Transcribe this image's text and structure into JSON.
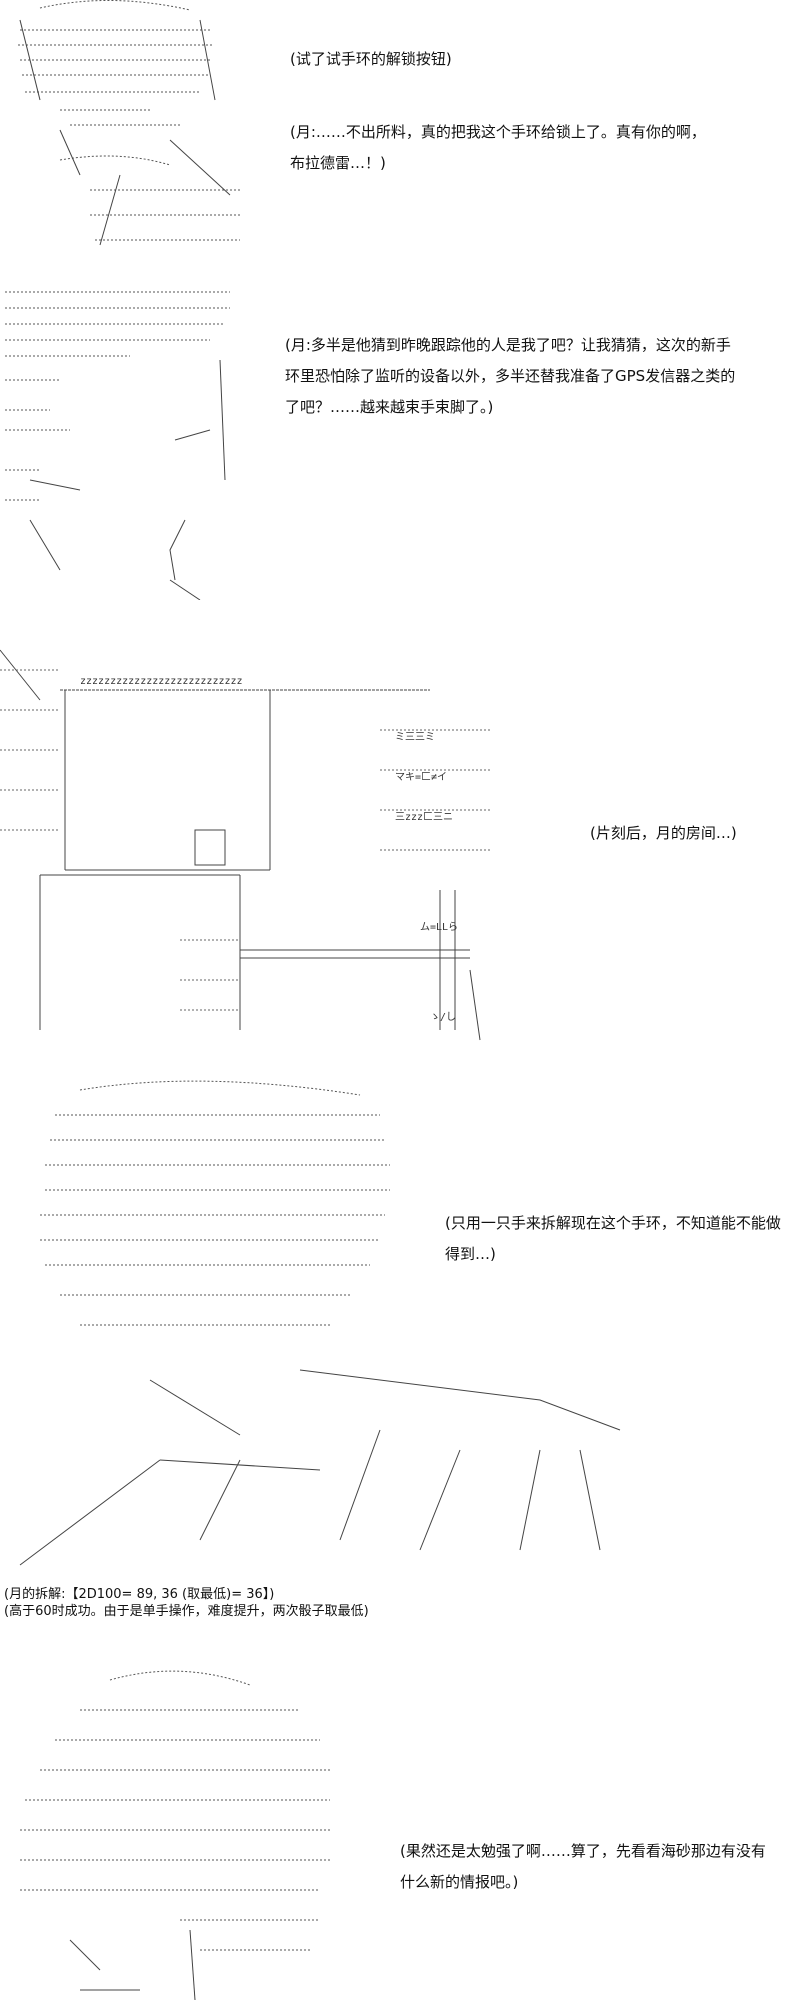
{
  "panels": [
    {
      "id": "p1",
      "caption": "(试了试手环的解锁按钮)"
    },
    {
      "id": "p1b",
      "caption": "(月:……不出所料，真的把我这个手环给锁上了。真有你的啊，布拉德雷…！)"
    },
    {
      "id": "p2",
      "caption": "(月:多半是他猜到昨晚跟踪他的人是我了吧？让我猜猜，这次的新手环里恐怕除了监听的设备以外，多半还替我准备了GPS发信器之类的了吧？……越来越束手束脚了。)"
    },
    {
      "id": "p3",
      "caption": "(片刻后，月的房间…)"
    },
    {
      "id": "p4",
      "caption": "(只用一只手来拆解现在这个手环，不知道能不能做得到…)"
    },
    {
      "id": "p5",
      "caption": "(果然还是太勉强了啊……算了，先看看海砂那边有没有什么新的情报吧。)"
    }
  ],
  "roll": {
    "line1": "(月的拆解:【2D100= 89, 36 (取最低)= 36】)",
    "line2": "(高于60时成功。由于是单手操作，难度提升，两次骰子取最低)"
  },
  "art": {
    "stroke_color": "#444444",
    "room_text": [
      "zzzzzzzzzzzzzzzzzzzzzzzzzzz",
      "ミ三三ミ",
      "マキ=匚≠イ",
      "三zzz匚三ニ",
      "ム=LLら",
      "ゝ/し"
    ]
  }
}
